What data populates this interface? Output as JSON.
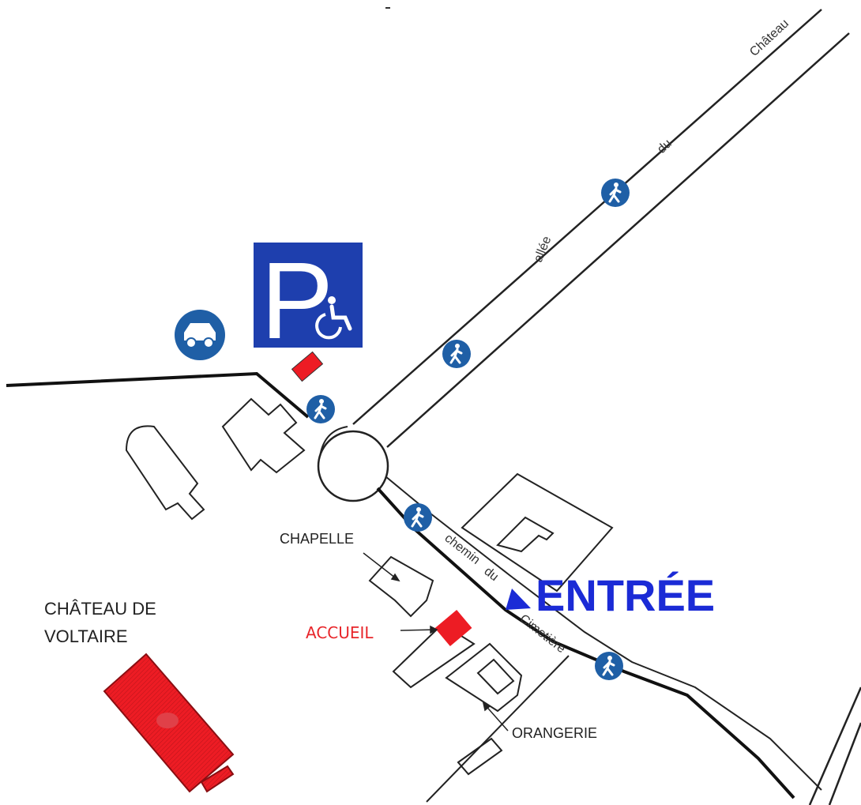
{
  "labels": {
    "chapelle": "CHAPELLE",
    "chateau_line1": "CHÂTEAU DE",
    "chateau_line2": "VOLTAIRE",
    "accueil": "ACCUEIL",
    "orangerie": "ORANGERIE",
    "entree": "ENTRÉE"
  },
  "streets": {
    "allee_word1": "allée",
    "allee_word2": "du",
    "allee_word3": "Château",
    "chemin_word1": "chemin",
    "chemin_word2": "du",
    "chemin_word3": "Cimetière"
  },
  "icons": {
    "parking_letter": "P",
    "pedestrian": "pedestrian-icon",
    "car": "car-icon",
    "wheelchair": "wheelchair-icon"
  },
  "colors": {
    "sign_blue": "#1f5fa6",
    "parking_blue": "#1e3fae",
    "highlight_red": "#ed1c24",
    "entree_blue": "#1b2bd6",
    "accueil_red": "#e8262b"
  }
}
